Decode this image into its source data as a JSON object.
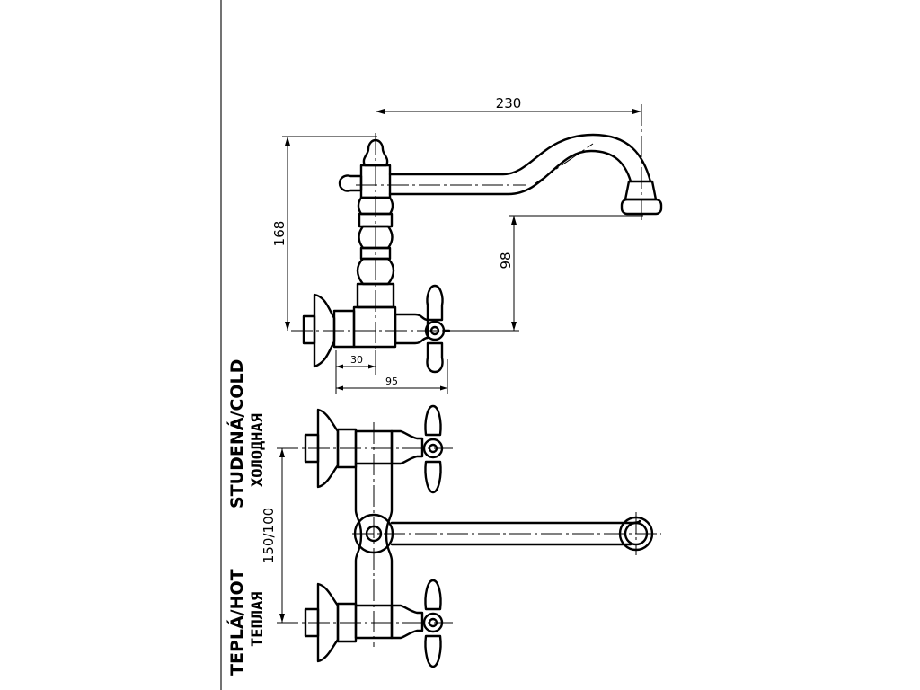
{
  "dimensions": {
    "spout_reach": "230",
    "total_height": "168",
    "spout_height": "98",
    "inlet_offset": "30",
    "body_depth": "95",
    "inlet_spacing": "150/100"
  },
  "labels": {
    "cold_primary": "STUDENÁ/COLD",
    "cold_secondary": "ХОЛОДНАЯ",
    "hot_primary": "TEPLÁ/HOT",
    "hot_secondary": "TEПЛАЯ"
  }
}
